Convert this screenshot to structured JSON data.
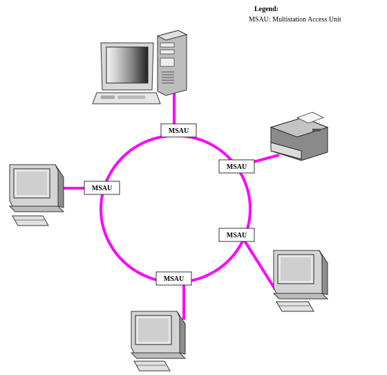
{
  "legend": {
    "title": "Legend:",
    "entry": "MSAU: Multistation Access Unit"
  },
  "msau_units": [
    {
      "label": "MSAU",
      "device": "server workstation"
    },
    {
      "label": "MSAU",
      "device": "printer"
    },
    {
      "label": "MSAU",
      "device": "left workstation"
    },
    {
      "label": "MSAU",
      "device": "lower-right workstation"
    },
    {
      "label": "MSAU",
      "device": "bottom workstation"
    }
  ],
  "colors": {
    "ring": "#ff00ff",
    "box_border": "#000000",
    "background": "#ffffff"
  }
}
